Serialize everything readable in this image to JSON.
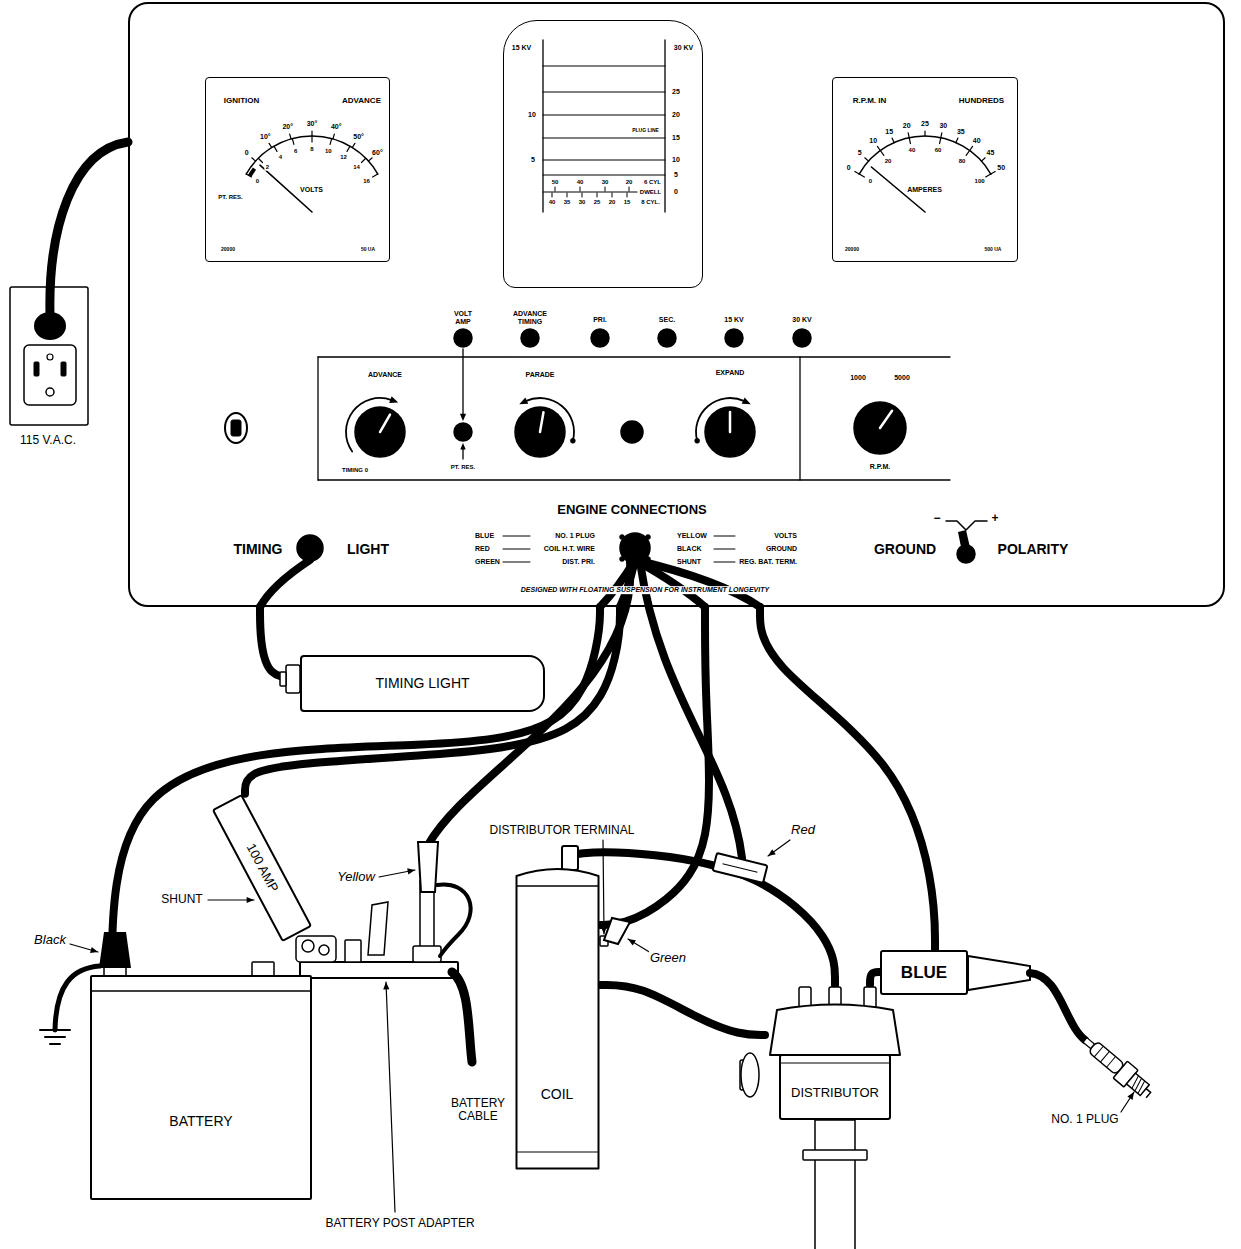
{
  "diagram": {
    "nodes": [
      {
        "text": [
          "ENGINE CONNECTIONS"
        ]
      },
      {
        "text": [
          "IGNITION",
          "ADVANCE",
          "VOLTS",
          "PT. RES."
        ],
        "in": 0
      },
      {
        "text": [
          "15 KV",
          "30 KV",
          "PLUG LINE",
          "DWELL",
          "6 CYL",
          "8 CYL."
        ],
        "in": 0
      },
      {
        "text": [
          "R.P.M. IN",
          "HUNDREDS",
          "AMPERES"
        ],
        "in": 0
      },
      {
        "text": [
          "TIMING LIGHT"
        ]
      },
      {
        "text": [
          "100 AMP"
        ]
      },
      {
        "text": [
          "BATTERY"
        ]
      },
      {
        "text": [
          "COIL"
        ]
      },
      {
        "text": [
          "DISTRIBUTOR"
        ]
      },
      {
        "text": [
          "BLUE"
        ]
      }
    ],
    "edges": [
      {
        "from": 0,
        "to": 4,
        "arrow": "none"
      },
      {
        "from": 0,
        "to": 6,
        "arrow": "none"
      },
      {
        "from": 0,
        "to": 5,
        "arrow": "none"
      },
      {
        "from": 0,
        "to": 7,
        "arrow": "none"
      },
      {
        "from": 0,
        "to": 9,
        "arrow": "none"
      },
      {
        "from": 7,
        "to": 8,
        "arrow": "none"
      },
      {
        "from": 8,
        "to": 9,
        "arrow": "none"
      },
      {
        "from": 7,
        "to": 8,
        "arrow": "none"
      }
    ],
    "labels": [
      "0",
      "10°",
      "20°",
      "30°",
      "40°",
      "50°",
      "60°",
      "0",
      "2",
      "4",
      "6",
      "8",
      "10",
      "12",
      "14",
      "16",
      "20000",
      "50 UA",
      "0",
      "5",
      "10",
      "15",
      "20",
      "25",
      "30",
      "35",
      "40",
      "45",
      "50",
      "0",
      "20",
      "40",
      "60",
      "80",
      "100",
      "20000",
      "500 UA",
      "10",
      "5",
      "25",
      "20",
      "15",
      "10",
      "5",
      "0",
      "50",
      "40",
      "30",
      "20",
      "40",
      "35",
      "30",
      "25",
      "20",
      "15",
      "VOLT AMP",
      "ADVANCE TIMING",
      "PRI.",
      "SEC.",
      "15 KV",
      "30 KV",
      "ADVANCE",
      "TIMING 0",
      "PT. RES.",
      "PARADE",
      "EXPAND",
      "1000",
      "5000",
      "R.P.M.",
      "TIMING",
      "LIGHT",
      "BLUE",
      "NO. 1 PLUG",
      "RED",
      "COIL H.T. WIRE",
      "GREEN",
      "DIST. PRI.",
      "YELLOW",
      "VOLTS",
      "BLACK",
      "GROUND",
      "SHUNT",
      "REG. BAT. TERM.",
      "DESIGNED WITH FLOATING SUSPENSION FOR INSTRUMENT LONGEVITY",
      "GROUND",
      "POLARITY",
      "−",
      "+",
      "115 V.A.C.",
      "SHUNT",
      "Yellow",
      "Black",
      "DISTRIBUTOR TERMINAL",
      "Green",
      "Red",
      "BATTERY CABLE",
      "NO. 1 PLUG",
      "BATTERY POST ADAPTER"
    ]
  }
}
